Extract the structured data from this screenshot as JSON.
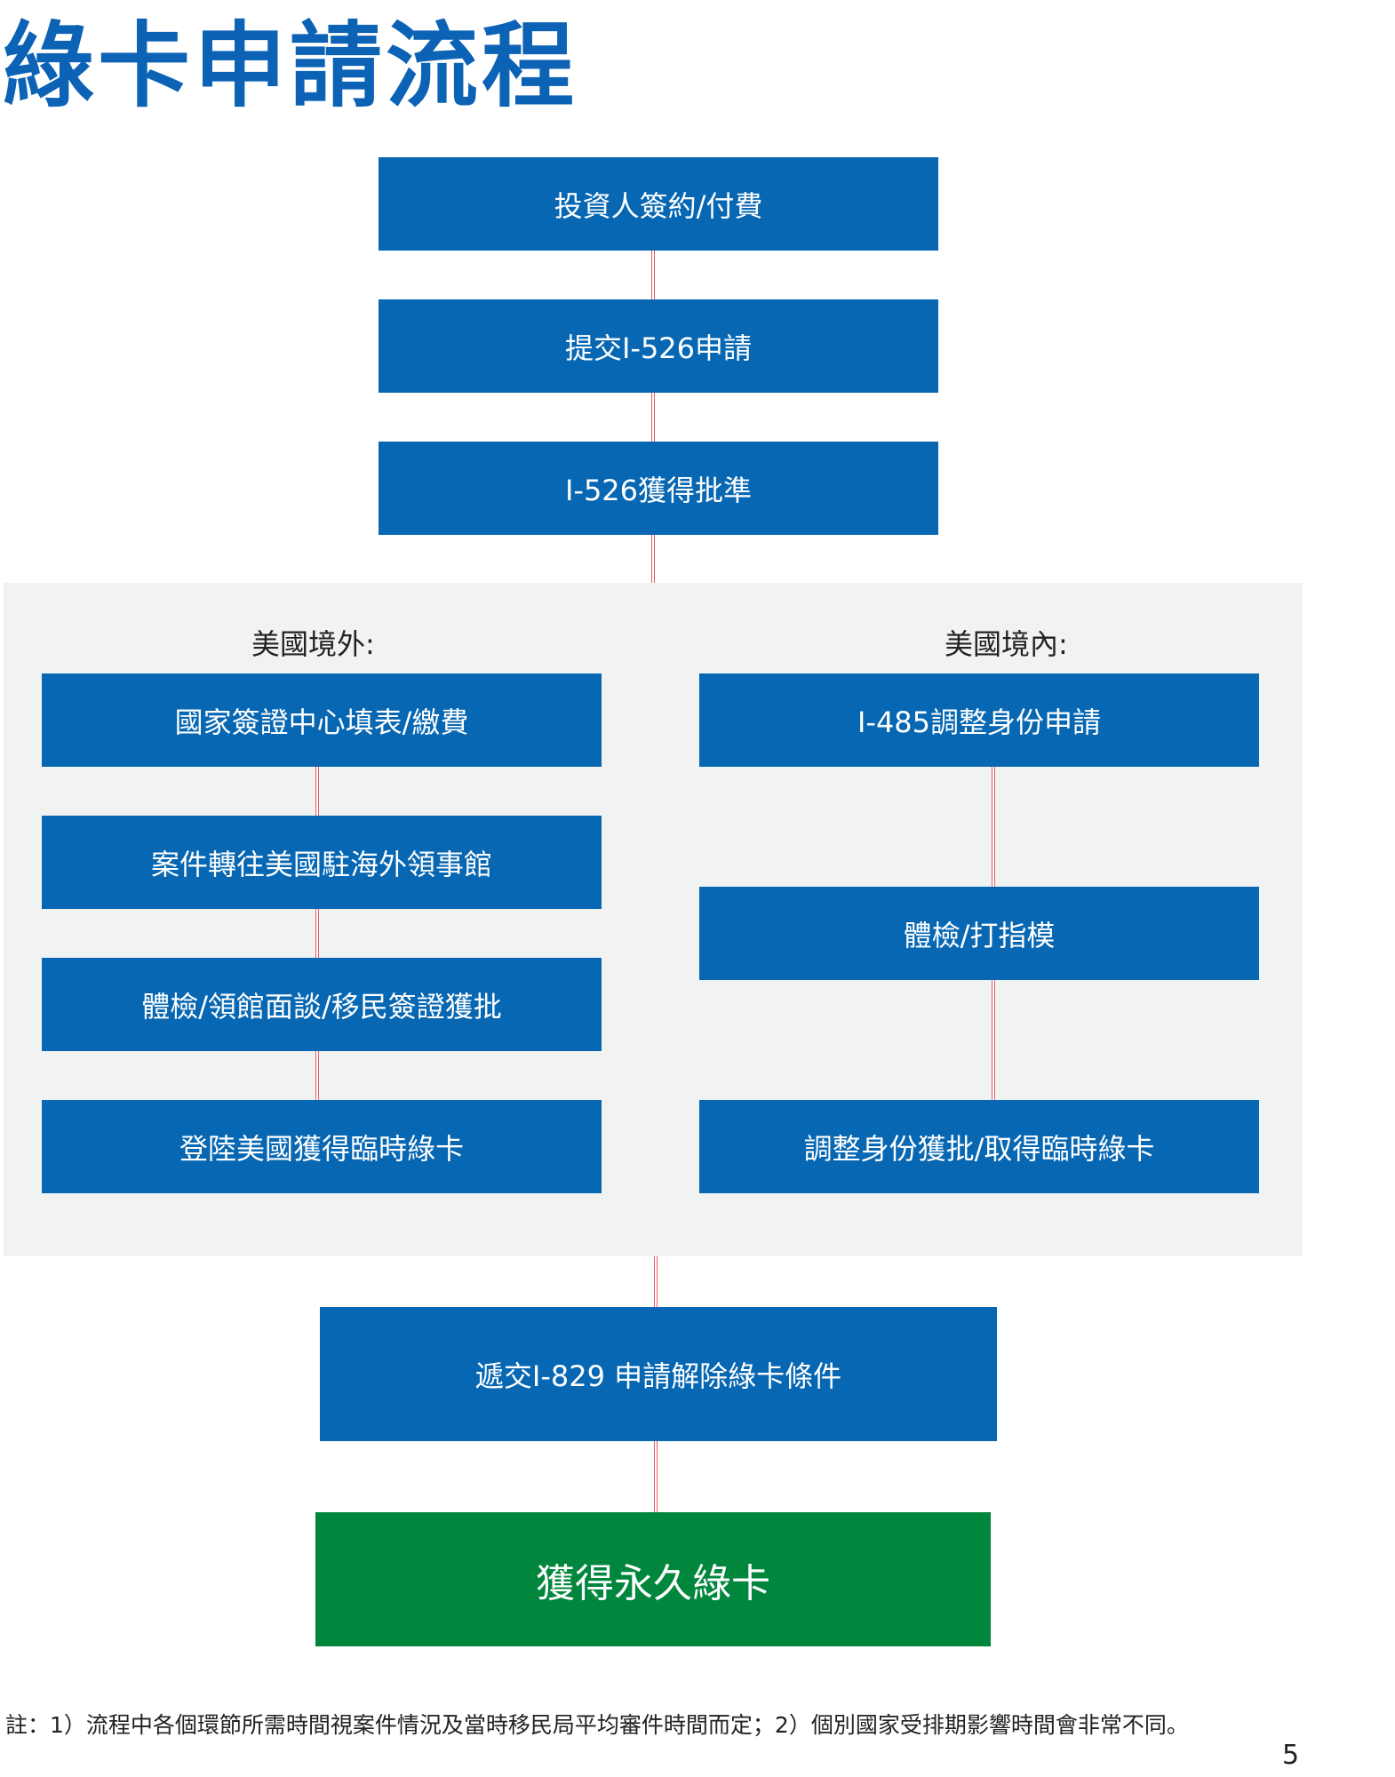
{
  "title": "綠卡申請流程",
  "top_steps": [
    "投資人簽約/付費",
    "提交I-526申請",
    "I-526獲得批準"
  ],
  "outside_us": {
    "label": "美國境外:",
    "steps": [
      "國家簽證中心填表/繳費",
      "案件轉往美國駐海外領事館",
      "體檢/領館面談/移民簽證獲批",
      "登陸美國獲得臨時綠卡"
    ]
  },
  "inside_us": {
    "label": "美國境內:",
    "steps": [
      "I-485調整身份申請",
      "體檢/打指模",
      "調整身份獲批/取得臨時綠卡"
    ]
  },
  "bottom_steps": [
    "遞交I-829 申請解除綠卡條件"
  ],
  "final_step": "獲得永久綠卡",
  "footnote": "註：1）流程中各個環節所需時間視案件情況及當時移民局平均審件時間而定；2）個別國家受排期影響時間會非常不同。",
  "page_number": "5",
  "colors": {
    "title": "#0c63b5",
    "box": "#0767b3",
    "final": "#00873d",
    "connector": "#e25d64",
    "panel": "#f1f2f2"
  }
}
